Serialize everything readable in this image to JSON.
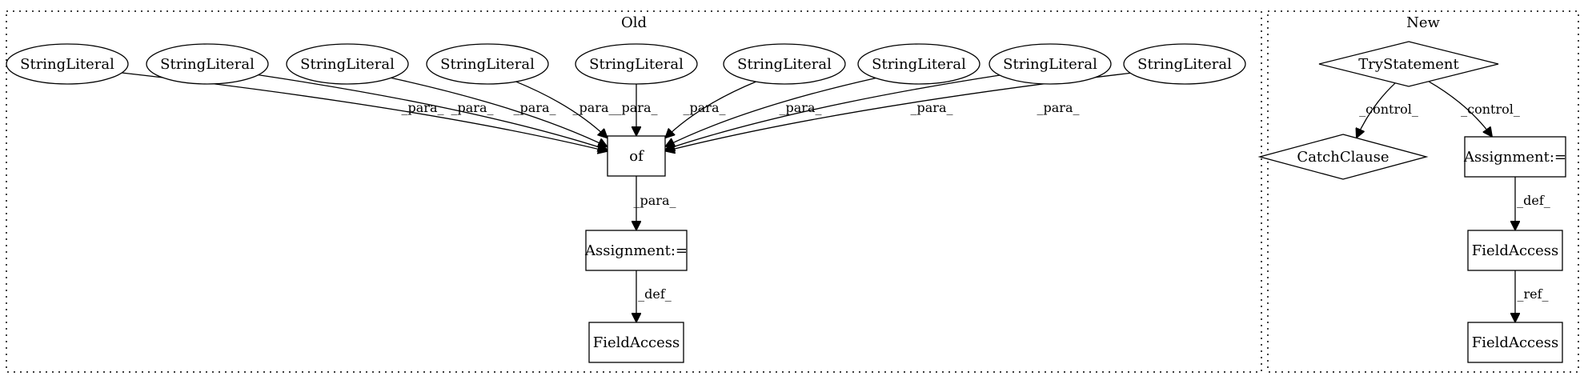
{
  "clusters": {
    "old": {
      "label": "Old"
    },
    "new": {
      "label": "New"
    }
  },
  "nodes": [
    {
      "id": "sl1",
      "label": "StringLiteral",
      "shape": "ellipse"
    },
    {
      "id": "sl2",
      "label": "StringLiteral",
      "shape": "ellipse"
    },
    {
      "id": "sl3",
      "label": "StringLiteral",
      "shape": "ellipse"
    },
    {
      "id": "sl4",
      "label": "StringLiteral",
      "shape": "ellipse"
    },
    {
      "id": "sl5",
      "label": "StringLiteral",
      "shape": "ellipse"
    },
    {
      "id": "sl6",
      "label": "StringLiteral",
      "shape": "ellipse"
    },
    {
      "id": "sl7",
      "label": "StringLiteral",
      "shape": "ellipse"
    },
    {
      "id": "sl8",
      "label": "StringLiteral",
      "shape": "ellipse"
    },
    {
      "id": "sl9",
      "label": "StringLiteral",
      "shape": "ellipse"
    },
    {
      "id": "of",
      "label": "of",
      "shape": "box"
    },
    {
      "id": "assign_old",
      "label": "Assignment:=",
      "shape": "box"
    },
    {
      "id": "fa_old",
      "label": "FieldAccess",
      "shape": "box"
    },
    {
      "id": "try",
      "label": "TryStatement",
      "shape": "diamond"
    },
    {
      "id": "catch",
      "label": "CatchClause",
      "shape": "diamond"
    },
    {
      "id": "assign_new",
      "label": "Assignment:=",
      "shape": "box"
    },
    {
      "id": "fa_new1",
      "label": "FieldAccess",
      "shape": "box"
    },
    {
      "id": "fa_new2",
      "label": "FieldAccess",
      "shape": "box"
    }
  ],
  "edges": [
    {
      "from": "sl1",
      "to": "of",
      "label": "_para_"
    },
    {
      "from": "sl2",
      "to": "of",
      "label": "_para_"
    },
    {
      "from": "sl3",
      "to": "of",
      "label": "_para_"
    },
    {
      "from": "sl4",
      "to": "of",
      "label": "_para_"
    },
    {
      "from": "sl5",
      "to": "of",
      "label": "_para_"
    },
    {
      "from": "sl6",
      "to": "of",
      "label": "_para_"
    },
    {
      "from": "sl7",
      "to": "of",
      "label": "_para_"
    },
    {
      "from": "sl8",
      "to": "of",
      "label": "_para_"
    },
    {
      "from": "sl9",
      "to": "of",
      "label": "_para_"
    },
    {
      "from": "of",
      "to": "assign_old",
      "label": "_para_"
    },
    {
      "from": "assign_old",
      "to": "fa_old",
      "label": "_def_"
    },
    {
      "from": "try",
      "to": "catch",
      "label": "_control_"
    },
    {
      "from": "try",
      "to": "assign_new",
      "label": "_control_"
    },
    {
      "from": "assign_new",
      "to": "fa_new1",
      "label": "_def_"
    },
    {
      "from": "fa_new1",
      "to": "fa_new2",
      "label": "_ref_"
    }
  ]
}
